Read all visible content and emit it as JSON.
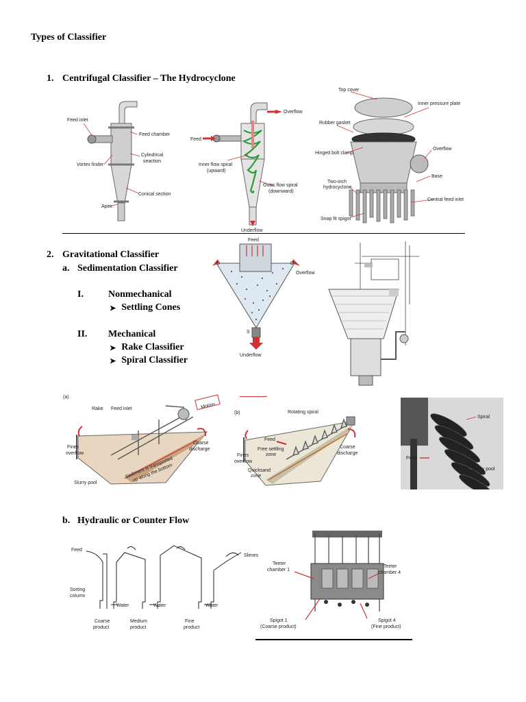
{
  "title": "Types of Classifier",
  "sec1": {
    "number": "1.",
    "heading": "Centrifugal Classifier – The Hydrocyclone",
    "fig_a": {
      "feed_inlet": "Feed inlet",
      "feed_chamber": "Feed chamber",
      "cylindrical": "Cylindrical",
      "seaction": "seaction",
      "vortex_finder": "Vortex finder",
      "conical": "Conical section",
      "apex": "Apex"
    },
    "fig_b": {
      "overflow": "Overflow",
      "feed": "Feed",
      "inner1": "Inner flow spiral",
      "inner2": "(upward)",
      "outer1": "Outer flow spiral",
      "outer2": "(downward)",
      "underflow": "Underflow"
    },
    "fig_c": {
      "top_cover": "Top cover",
      "inner_plate": "Inner pressure plate",
      "gasket": "Rubber gasket",
      "hinged": "Hinged bolt clamp",
      "overflow": "Overflow",
      "two_inch1": "Two-inch",
      "two_inch2": "hydrocyclone",
      "base": "Base",
      "central": "Central feed inlet",
      "snap": "Snap fit spigot"
    }
  },
  "sec2": {
    "number": "2.",
    "heading": "Gravitational Classifier",
    "a_letter": "a.",
    "a_heading": "Sedimentation Classifier",
    "i_roman": "I.",
    "i_heading": "Nonmechanical",
    "i_items": [
      "Settling Cones"
    ],
    "ii_roman": "II.",
    "ii_heading": "Mechanical",
    "ii_items": [
      "Rake Classifier",
      "Spiral Classifier"
    ],
    "cone": {
      "feed": "Feed",
      "d1": "D",
      "d2": "D",
      "overflow": "Overflow",
      "s": "S",
      "underflow": "Underflow"
    },
    "rake": {
      "a": "(a)",
      "rake": "Rake",
      "feed_inlet": "Feed inlet",
      "motion": "Motion",
      "fines1": "Fines",
      "fines2": "overflow",
      "coarse1": "Coarse",
      "coarse2": "discharge",
      "sediment1": "Sediment is transported",
      "sediment2": "up along the bottom",
      "slurry": "Slurry pool"
    },
    "spiral": {
      "b": "(b)",
      "rotating": "Rotating spiral",
      "feed": "Feed",
      "free1": "Free settling",
      "free2": "zone",
      "fines1": "Fines",
      "fines2": "overflow",
      "coarse1": "Coarse",
      "coarse2": "discharge",
      "quick1": "Quicksand",
      "quick2": "zone"
    },
    "photo": {
      "spiral": "Spiral",
      "feed": "Feed",
      "slurry": "Slurry pool"
    },
    "b_letter": "b.",
    "b_heading": "Hydraulic or Counter Flow",
    "hyd": {
      "feed": "Feed",
      "slimes": "Slimes",
      "sorting1": "Sorting",
      "sorting2": "column",
      "water": "Water",
      "coarse1": "Coarse",
      "coarse2": "product",
      "medium1": "Medium",
      "medium2": "product",
      "fine1": "Fine",
      "fine2": "product"
    },
    "teeter": {
      "t1a": "Teeter",
      "t1b": "chamber 1",
      "t4a": "Teeter",
      "t4b": "chamber 4",
      "s1a": "Spigot 1",
      "s1b": "(Coarse product)",
      "s4a": "Spigot 4",
      "s4b": "(Fine product)"
    }
  }
}
